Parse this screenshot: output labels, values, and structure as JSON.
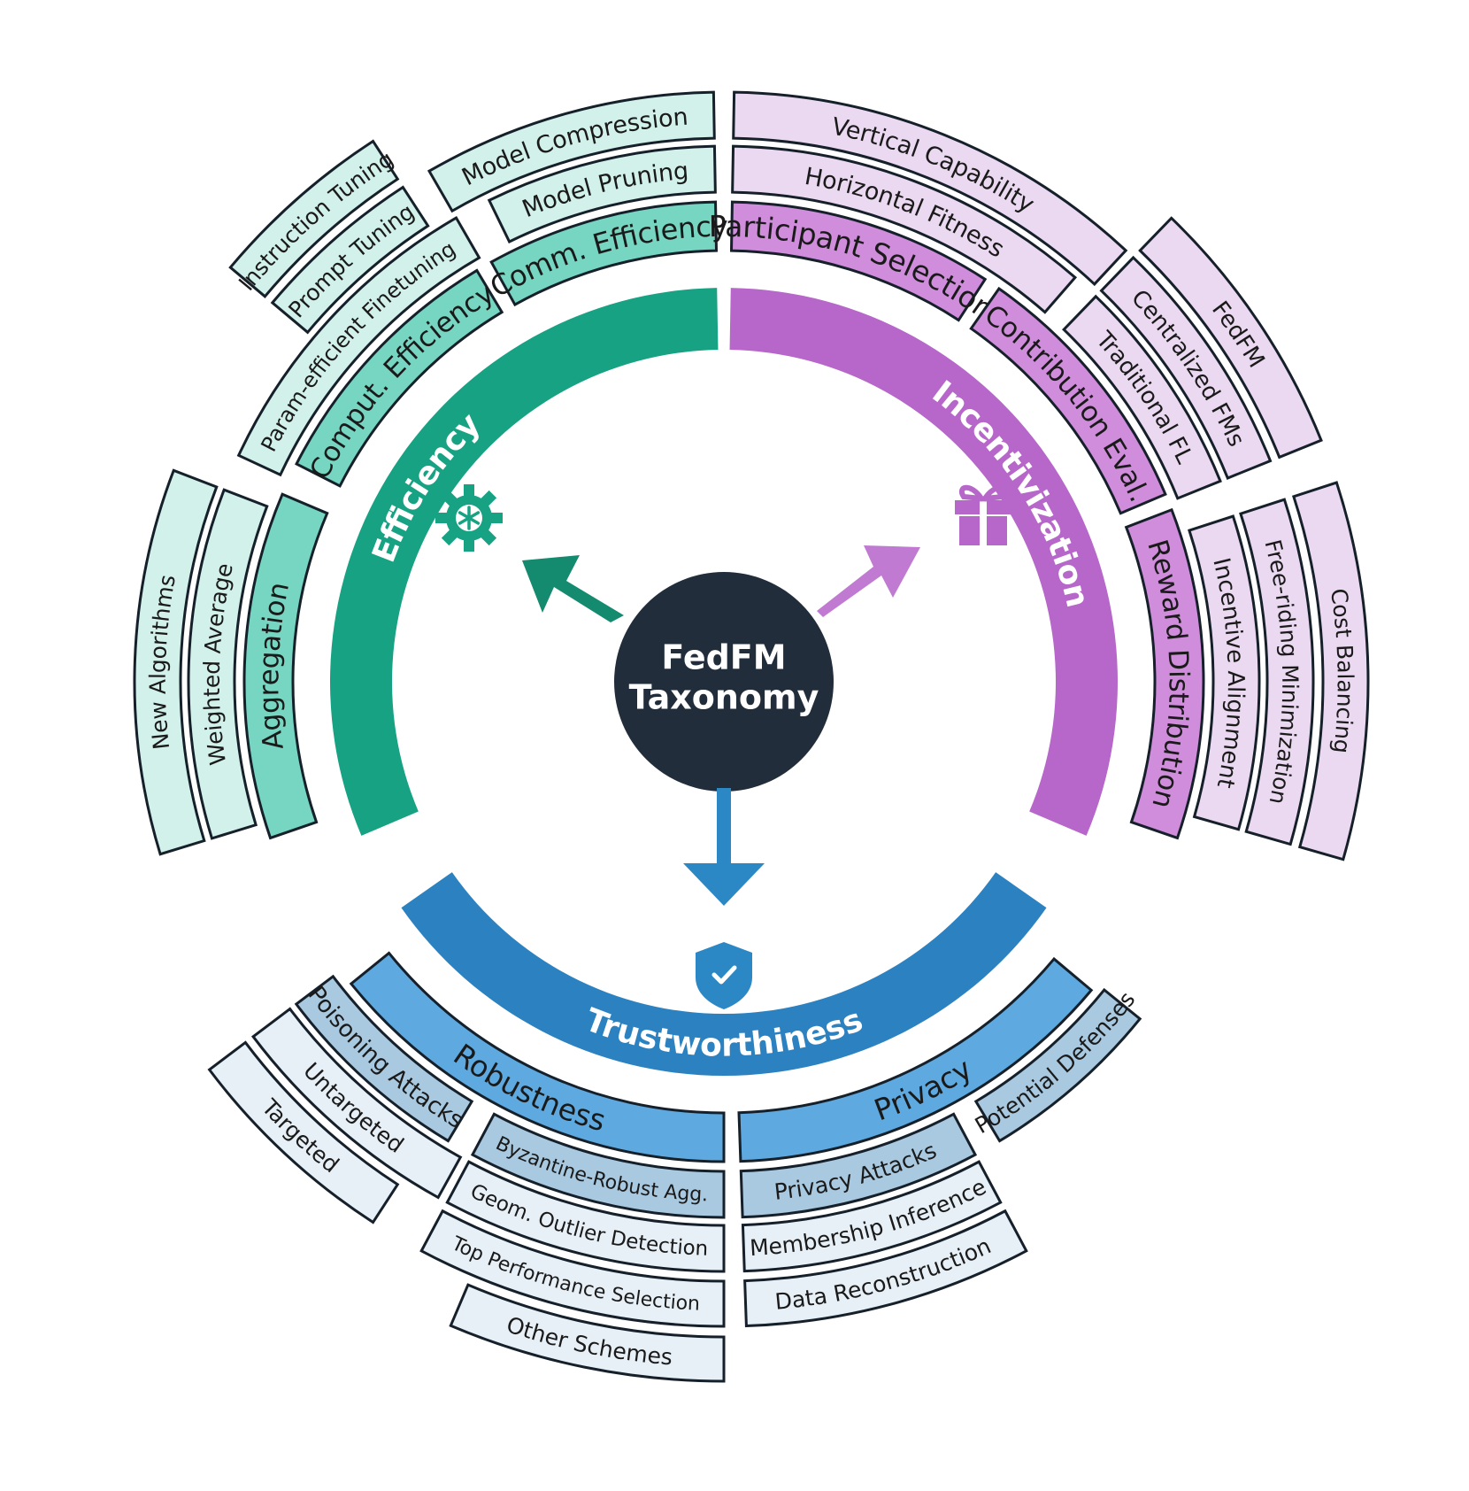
{
  "center": {
    "line1": "FedFM",
    "line2": "Taxonomy",
    "color": "#222d3b"
  },
  "colors": {
    "efficiency": {
      "main": "#17a284",
      "l2": "#76d6c2",
      "l3": "#d2f1ea",
      "arrow": "#148a6f"
    },
    "incentive": {
      "main": "#b667c9",
      "l2": "#cf8ddb",
      "l3": "#ead9f0",
      "arrow": "#c07ad2"
    },
    "trust": {
      "main": "#2c82c0",
      "l2": "#5eaae0",
      "l3": "#a9c9e0",
      "l4": "#e8f0f7",
      "arrow": "#2c87c5"
    }
  },
  "icons": {
    "efficiency": "gear-icon",
    "incentive": "gift-icon",
    "trust": "shield-check-icon"
  },
  "segments": [
    {
      "id": "efficiency",
      "label": "Efficiency",
      "level": "main",
      "group": "efficiency"
    },
    {
      "id": "incentivization",
      "label": "Incentivization",
      "level": "main",
      "group": "incentive"
    },
    {
      "id": "trustworthiness",
      "label": "Trustworthiness",
      "level": "main",
      "group": "trust"
    },
    {
      "id": "aggregation",
      "label": "Aggregation",
      "level": "l2",
      "group": "efficiency"
    },
    {
      "id": "comput-efficiency",
      "label": "Comput. Efficiency",
      "level": "l2",
      "group": "efficiency"
    },
    {
      "id": "comm-efficiency",
      "label": "Comm. Efficiency",
      "level": "l2",
      "group": "efficiency"
    },
    {
      "id": "weighted-average",
      "label": "Weighted Average",
      "level": "l3",
      "group": "efficiency"
    },
    {
      "id": "new-algorithms",
      "label": "New Algorithms",
      "level": "l3",
      "group": "efficiency"
    },
    {
      "id": "param-efficient-finetuning",
      "label": "Param-efficient Finetuning",
      "level": "l3",
      "group": "efficiency"
    },
    {
      "id": "prompt-tuning",
      "label": "Prompt Tuning",
      "level": "l3",
      "group": "efficiency"
    },
    {
      "id": "instruction-tuning",
      "label": "Instruction Tuning",
      "level": "l3",
      "group": "efficiency"
    },
    {
      "id": "model-pruning",
      "label": "Model Pruning",
      "level": "l3",
      "group": "efficiency"
    },
    {
      "id": "model-compression",
      "label": "Model Compression",
      "level": "l3",
      "group": "efficiency"
    },
    {
      "id": "participant-selection",
      "label": "Participant Selection",
      "level": "l2",
      "group": "incentive"
    },
    {
      "id": "contribution-eval",
      "label": "Contribution Eval.",
      "level": "l2",
      "group": "incentive"
    },
    {
      "id": "reward-distribution",
      "label": "Reward Distribution",
      "level": "l2",
      "group": "incentive"
    },
    {
      "id": "horizontal-fitness",
      "label": "Horizontal Fitness",
      "level": "l3",
      "group": "incentive"
    },
    {
      "id": "vertical-capability",
      "label": "Vertical Capability",
      "level": "l3",
      "group": "incentive"
    },
    {
      "id": "traditional-fl",
      "label": "Traditional FL",
      "level": "l3",
      "group": "incentive"
    },
    {
      "id": "centralized-fms",
      "label": "Centralized FMs",
      "level": "l3",
      "group": "incentive"
    },
    {
      "id": "fedfm",
      "label": "FedFM",
      "level": "l3",
      "group": "incentive"
    },
    {
      "id": "incentive-alignment",
      "label": "Incentive Alignment",
      "level": "l3",
      "group": "incentive"
    },
    {
      "id": "free-riding-minimization",
      "label": "Free-riding Minimization",
      "level": "l3",
      "group": "incentive"
    },
    {
      "id": "cost-balancing",
      "label": "Cost Balancing",
      "level": "l3",
      "group": "incentive"
    },
    {
      "id": "robustness",
      "label": "Robustness",
      "level": "l2",
      "group": "trust"
    },
    {
      "id": "privacy",
      "label": "Privacy",
      "level": "l2",
      "group": "trust"
    },
    {
      "id": "poisoning-attacks",
      "label": "Poisoning Attacks",
      "level": "l3",
      "group": "trust"
    },
    {
      "id": "byzantine-robust-agg",
      "label": "Byzantine-Robust Agg.",
      "level": "l3",
      "group": "trust"
    },
    {
      "id": "privacy-attacks",
      "label": "Privacy Attacks",
      "level": "l3",
      "group": "trust"
    },
    {
      "id": "potential-defenses",
      "label": "Potential Defenses",
      "level": "l3",
      "group": "trust"
    },
    {
      "id": "untargeted",
      "label": "Untargeted",
      "level": "l4",
      "group": "trust"
    },
    {
      "id": "targeted",
      "label": "Targeted",
      "level": "l4",
      "group": "trust"
    },
    {
      "id": "geom-outlier-detection",
      "label": "Geom. Outlier Detection",
      "level": "l4",
      "group": "trust"
    },
    {
      "id": "top-performance-selection",
      "label": "Top Performance Selection",
      "level": "l4",
      "group": "trust"
    },
    {
      "id": "other-schemes",
      "label": "Other Schemes",
      "level": "l4",
      "group": "trust"
    },
    {
      "id": "membership-inference",
      "label": "Membership Inference",
      "level": "l4",
      "group": "trust"
    },
    {
      "id": "data-reconstruction",
      "label": "Data Reconstruction",
      "level": "l4",
      "group": "trust"
    }
  ]
}
